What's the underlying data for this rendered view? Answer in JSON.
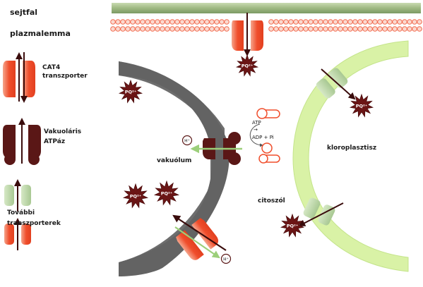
{
  "labels": {
    "sejtfal": "sejtfal",
    "plazmalemma": "plazmalemma",
    "vakuolum": "vakuólum",
    "kloroplasztisz": "kloroplasztisz",
    "citoszol": "citoszól"
  },
  "legend": {
    "cat4_line1": "CAT4",
    "cat4_line2": "transzporter",
    "atpase_line1": "Vakuoláris",
    "atpase_line2": "ATPáz",
    "other_line1": "További",
    "other_line2": "transzporterek"
  },
  "reaction": {
    "atp": "ATP",
    "arrow": "→",
    "products": "ADP + Pi"
  },
  "symbols": {
    "paraquat": "PQ²⁺",
    "proton": "H⁺",
    "proton_upper": "H⁺"
  },
  "colors": {
    "cell_wall": "#a8c08a",
    "membrane": "#f26b4f",
    "cat4": "#f04e2c",
    "atpase": "#5a1716",
    "other_transporter": "#b8d3a0",
    "vacuole_membrane": "#6b6b6b",
    "chloroplast_membrane": "#d8f0a8",
    "paraquat": "#6b1515"
  }
}
